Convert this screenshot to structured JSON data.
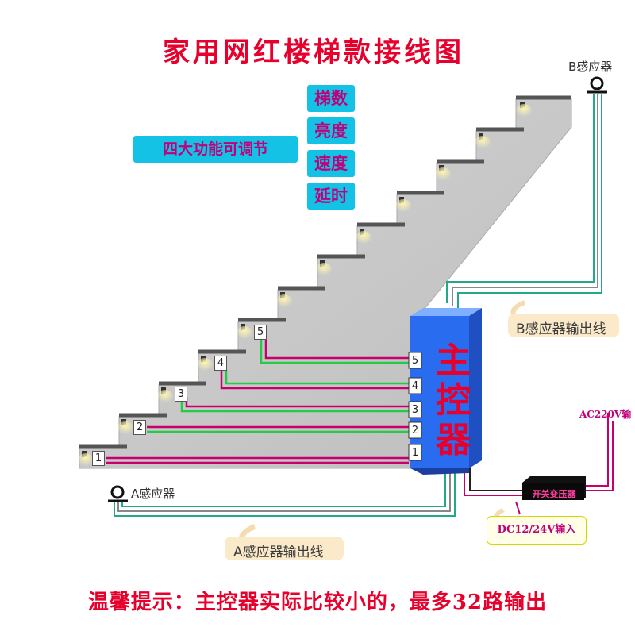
{
  "title": "家用网红楼梯款接线图",
  "functions": [
    "梯数",
    "亮度",
    "速度",
    "延时"
  ],
  "functions_group_label": "四大功能可调节",
  "sensor_a": "A感应器",
  "sensor_b": "B感应器",
  "sensor_a_output": "A感应器输出线",
  "sensor_b_output": "B感应器输出线",
  "main_controller": [
    "主",
    "控",
    "器"
  ],
  "channels": [
    "1",
    "2",
    "3",
    "4",
    "5"
  ],
  "transformer": "开关变压器",
  "ac_input": "AC220V输",
  "dc_input": "DC12/24V输入",
  "footer_note": "温馨提示：主控器实际比较小的，最多32路输出",
  "colors": {
    "title_red": "#e8002c",
    "wire_green": "#22cc44",
    "wire_magenta": "#c8006e",
    "controller_blue": "#2a6cf0",
    "cyan_box": "#14c2e6"
  }
}
